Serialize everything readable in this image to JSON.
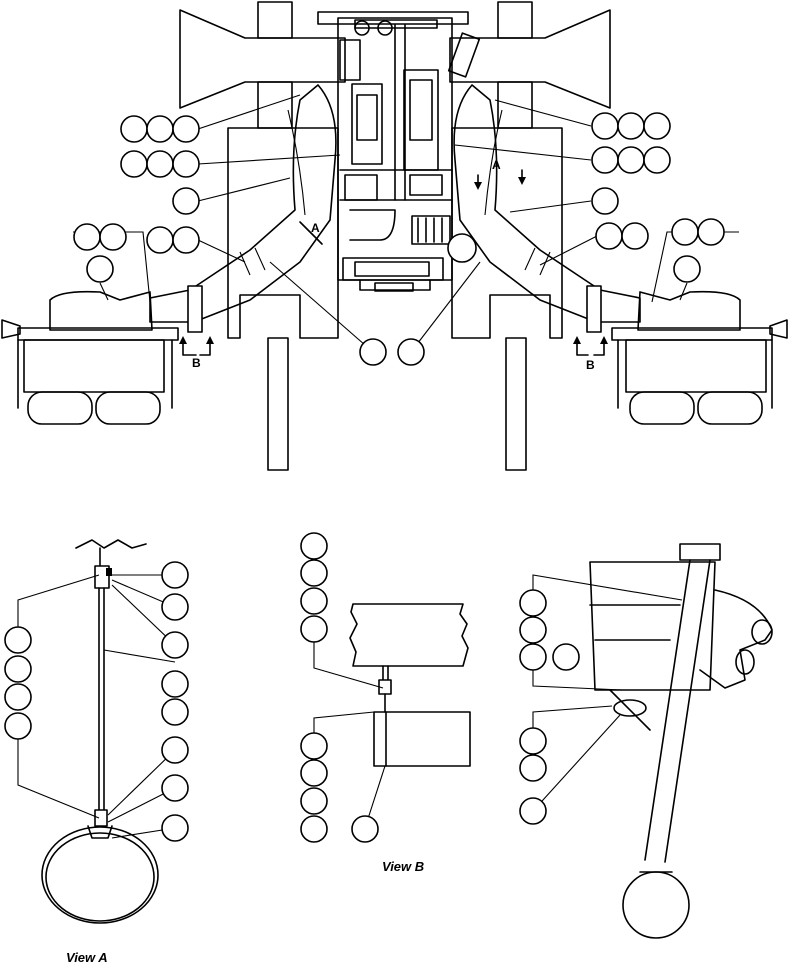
{
  "views": {
    "view_a": "View A",
    "view_b": "View B"
  },
  "markers": {
    "a": "A",
    "b": "B"
  }
}
